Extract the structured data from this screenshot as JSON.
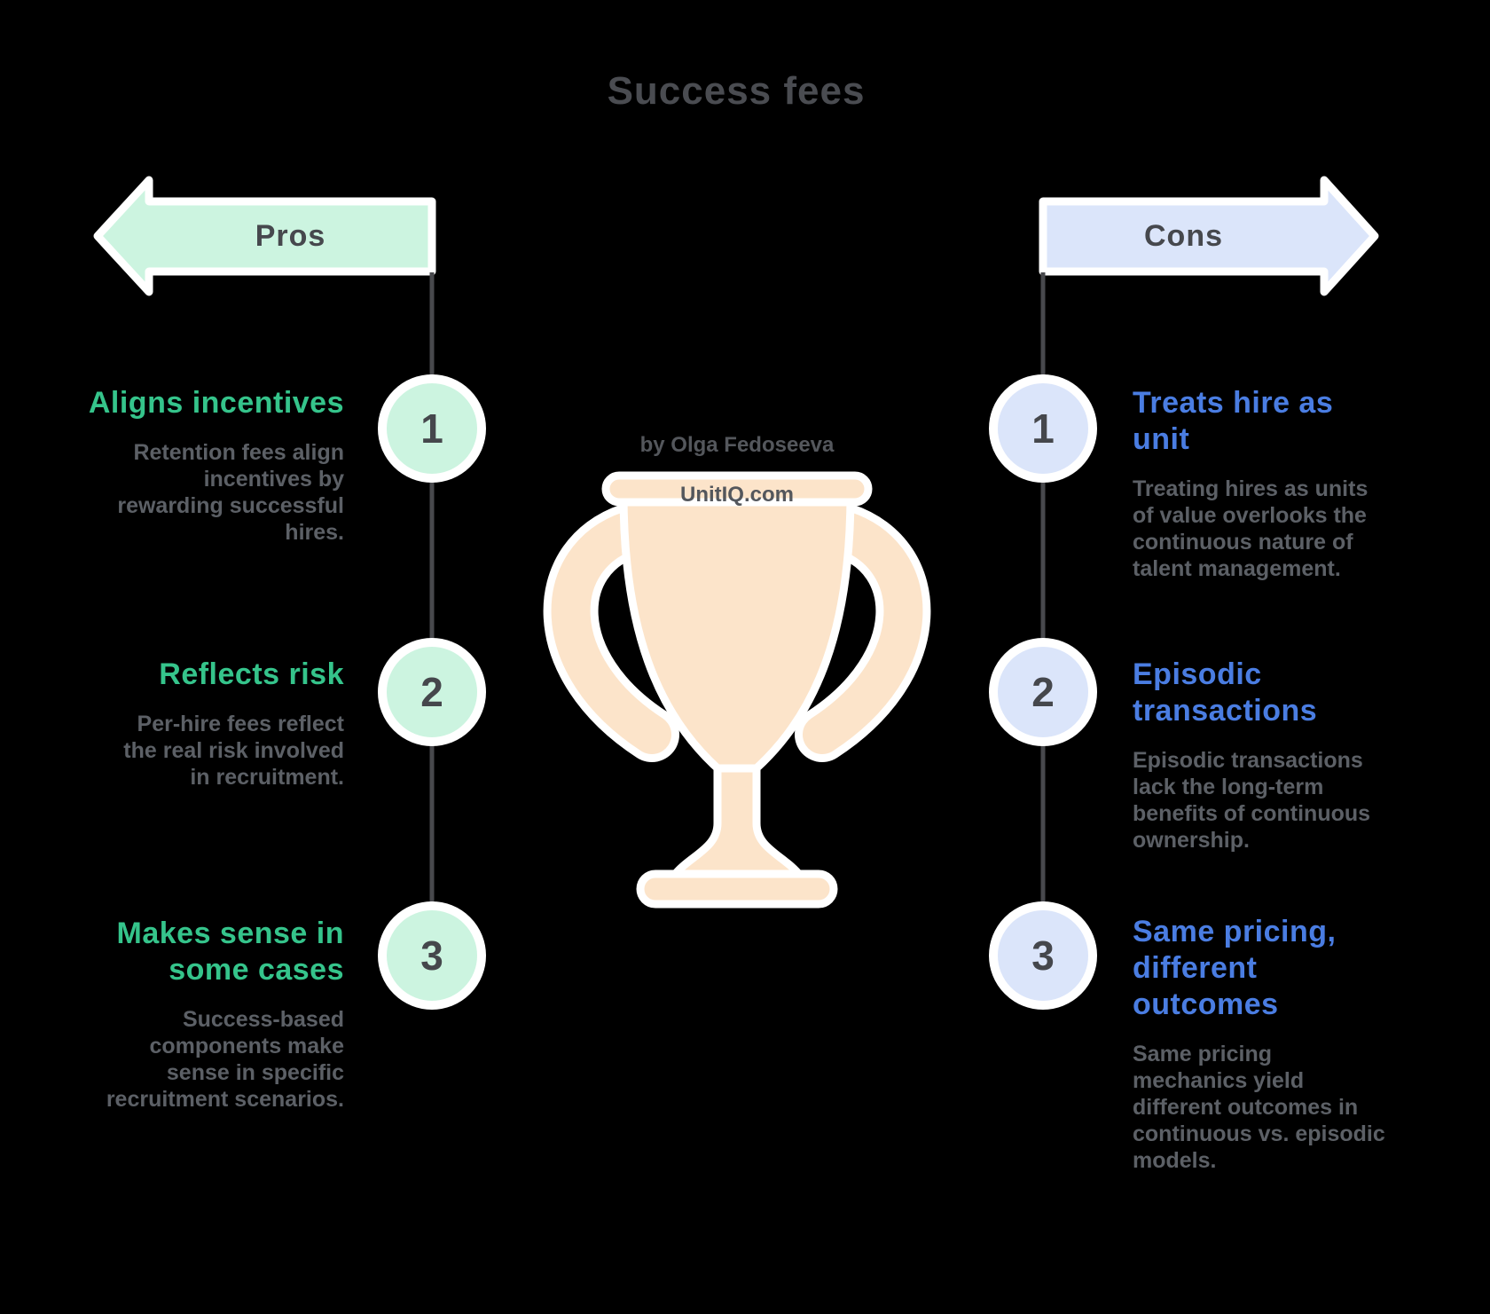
{
  "title": "Success fees",
  "credit": {
    "line1": "by Olga Fedoseeva",
    "line2": "UnitIQ.com"
  },
  "center_icon": "trophy-icon",
  "pros": {
    "label": "Pros",
    "items": [
      {
        "number": "1",
        "heading": "Aligns incentives",
        "description": "Retention fees align\nincentives by\nrewarding successful\nhires."
      },
      {
        "number": "2",
        "heading": "Reflects risk",
        "description": "Per-hire fees reflect\nthe real risk involved\nin recruitment."
      },
      {
        "number": "3",
        "heading": "Makes sense in\nsome cases",
        "description": "Success-based\ncomponents make\nsense in specific\nrecruitment scenarios."
      }
    ]
  },
  "cons": {
    "label": "Cons",
    "items": [
      {
        "number": "1",
        "heading": "Treats hire as\nunit",
        "description": "Treating hires as units\nof value overlooks the\ncontinuous nature of\ntalent management."
      },
      {
        "number": "2",
        "heading": "Episodic\ntransactions",
        "description": "Episodic transactions\nlack the long-term\nbenefits of continuous\nownership."
      },
      {
        "number": "3",
        "heading": "Same pricing,\ndifferent\noutcomes",
        "description": "Same pricing\nmechanics yield\ndifferent outcomes in\ncontinuous vs. episodic\nmodels."
      }
    ]
  },
  "colors": {
    "background": "#000000",
    "pros_fill": "#ccf4e0",
    "pros_heading": "#35c48b",
    "cons_fill": "#dbe5fa",
    "cons_heading": "#4a7de2",
    "trophy_fill": "#fce4ca",
    "outline": "#ffffff",
    "timeline": "#48494d",
    "text_dark": "#46484d",
    "text_gray": "#5c6066"
  }
}
